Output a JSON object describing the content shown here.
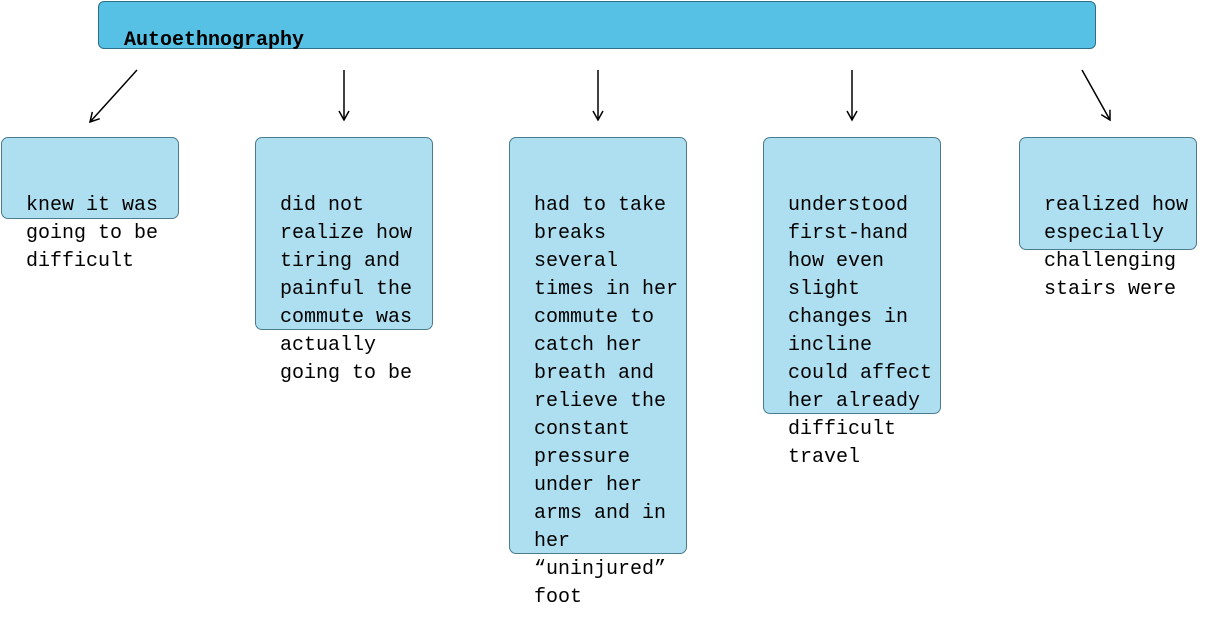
{
  "diagram": {
    "title": "Autoethnography",
    "colors": {
      "title_fill": "#56c1e4",
      "node_fill": "#aedff0",
      "node_border": "#4d7b8e",
      "arrow": "#000000"
    },
    "nodes": [
      {
        "lines": [
          "knew it was",
          "going to be",
          "difficult"
        ]
      },
      {
        "lines": [
          "did not",
          "realize how",
          "tiring and",
          "painful the",
          "commute was",
          "actually",
          "going to be"
        ]
      },
      {
        "lines": [
          "had to take",
          "breaks",
          "several",
          "times in her",
          "commute to",
          "catch her",
          "breath and",
          "relieve the",
          "constant",
          "pressure",
          "under her",
          "arms and in",
          "her",
          "“uninjured”",
          "foot"
        ]
      },
      {
        "lines": [
          "understood",
          "first-hand",
          "how even",
          "slight",
          "changes in",
          "incline",
          "could affect",
          "her already",
          "difficult",
          "travel"
        ]
      },
      {
        "lines": [
          "realized how",
          "especially",
          "challenging",
          "stairs were"
        ]
      }
    ]
  }
}
